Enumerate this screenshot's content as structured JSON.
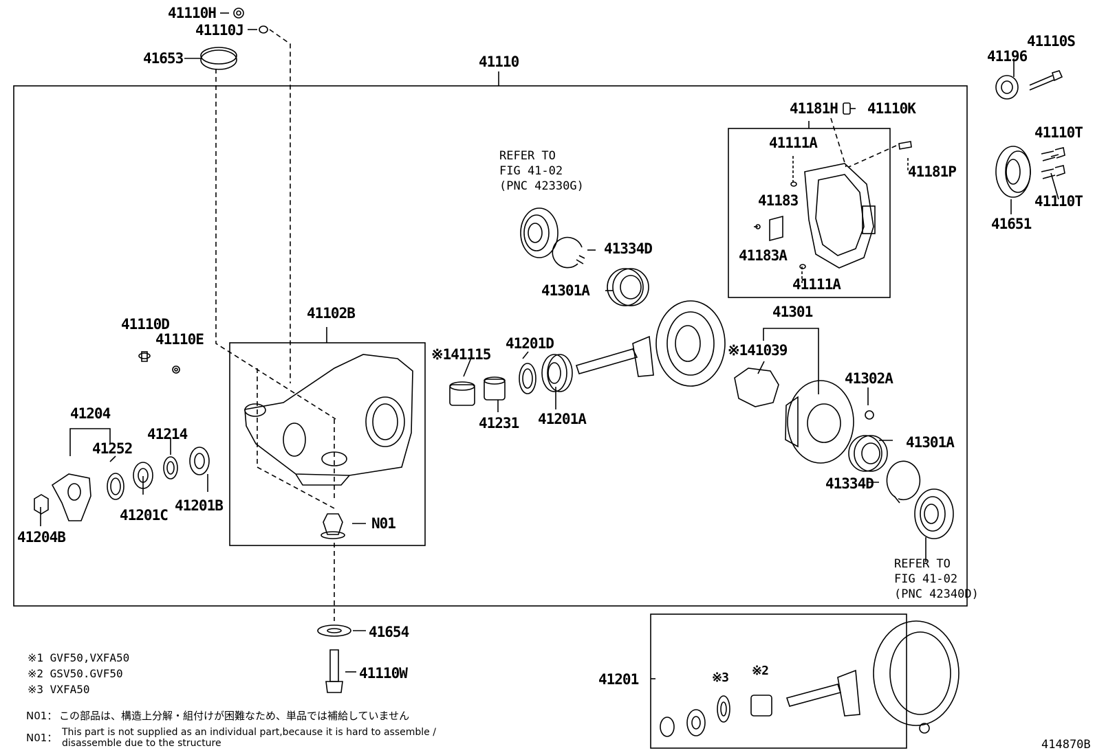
{
  "labels": {
    "p41110H": "41110H",
    "p41110J": "41110J",
    "p41653": "41653",
    "p41110": "41110",
    "p41196": "41196",
    "p41110S": "41110S",
    "p41181H": "41181H",
    "p41110K": "41110K",
    "p41111A_top": "41111A",
    "p41181P": "41181P",
    "p41183": "41183",
    "p41183A": "41183A",
    "p41111A_bottom": "41111A",
    "p41110T_top": "41110T",
    "p41110T_bottom": "41110T",
    "p41651": "41651",
    "p41334D_top": "41334D",
    "p41301A_top": "41301A",
    "p41110D": "41110D",
    "p41110E": "41110E",
    "p41102B": "41102B",
    "p41301": "41301",
    "p41115": "※141115",
    "p41201D": "41201D",
    "p41039": "※141039",
    "p41302A": "41302A",
    "p41204": "41204",
    "p41252": "41252",
    "p41214": "41214",
    "p41231": "41231",
    "p41201A": "41201A",
    "p41301A_bottom": "41301A",
    "p41334D_bottom": "41334D",
    "p41204B": "41204B",
    "p41201C": "41201C",
    "p41201B": "41201B",
    "pN01": "N01",
    "p41654": "41654",
    "p41110W": "41110W",
    "p41201": "41201",
    "star3": "※3",
    "star2": "※2"
  },
  "refs": {
    "top": "REFER TO\nFIG 41-02\n(PNC 42330G)",
    "bottom": "REFER TO\nFIG 41-02\n(PNC 42340D)"
  },
  "notes": {
    "n1": "※1 GVF50,VXFA50",
    "n2": "※2 GSV50.GVF50",
    "n3": "※3 VXFA50",
    "jp_prefix": "N01：",
    "jp_text": "この部品は、構造上分解・組付けが困難なため、単品では補給していません",
    "en_prefix": "N01：",
    "en_line1": "This part is not supplied as an individual part,because it is hard to assemble /",
    "en_line2": "disassemble due to the structure"
  },
  "figure_id": "414870B"
}
